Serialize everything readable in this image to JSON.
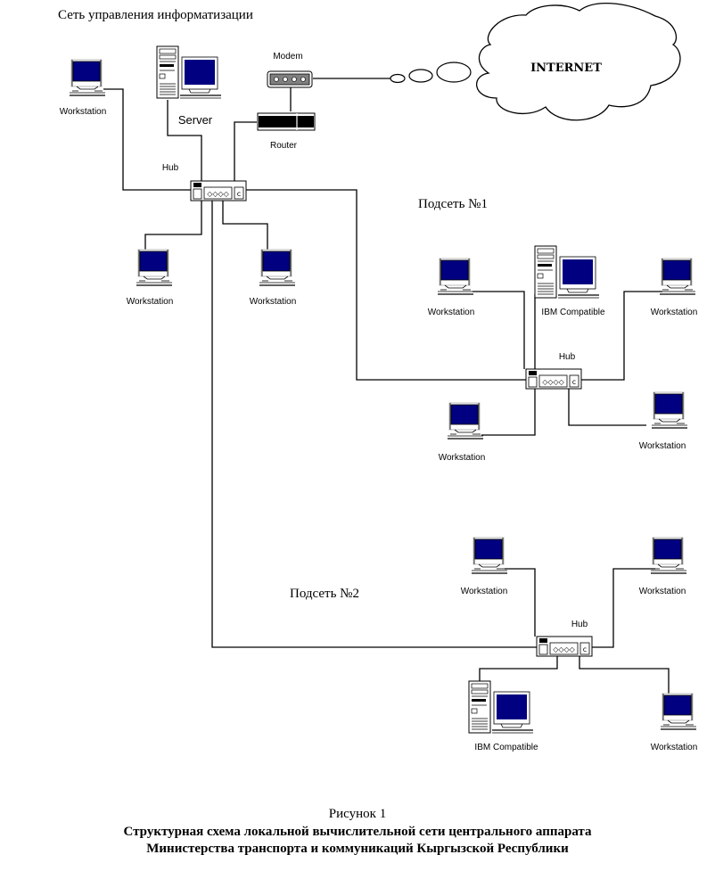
{
  "diagram": {
    "title": "Сеть управления информатизации",
    "internet_label": "INTERNET",
    "main_network": {
      "modem_label": "Modem",
      "router_label": "Router",
      "server_label": "Server",
      "hub_label": "Hub",
      "workstation_top_label": "Workstation",
      "workstation_left_label": "Workstation",
      "workstation_right_label": "Workstation"
    },
    "subnet1": {
      "title": "Подсеть №1",
      "hub_label": "Hub",
      "ws_top_left_label": "Workstation",
      "ibm_label": "IBM Compatible",
      "ws_top_right_label": "Workstation",
      "ws_bottom_left_label": "Workstation",
      "ws_bottom_right_label": "Workstation"
    },
    "subnet2": {
      "title": "Подсеть №2",
      "hub_label": "Hub",
      "ws_top_left_label": "Workstation",
      "ws_top_right_label": "Workstation",
      "ibm_label": "IBM Compatible",
      "ws_bottom_right_label": "Workstation"
    },
    "colors": {
      "screen": "#000080",
      "line": "#000000"
    }
  },
  "caption": {
    "figure_number": "Рисунок 1",
    "line1": "Структурная схема локальной вычислительной сети центрального аппарата",
    "line2": "Министерства транспорта и коммуникаций Кыргызской Республики"
  }
}
